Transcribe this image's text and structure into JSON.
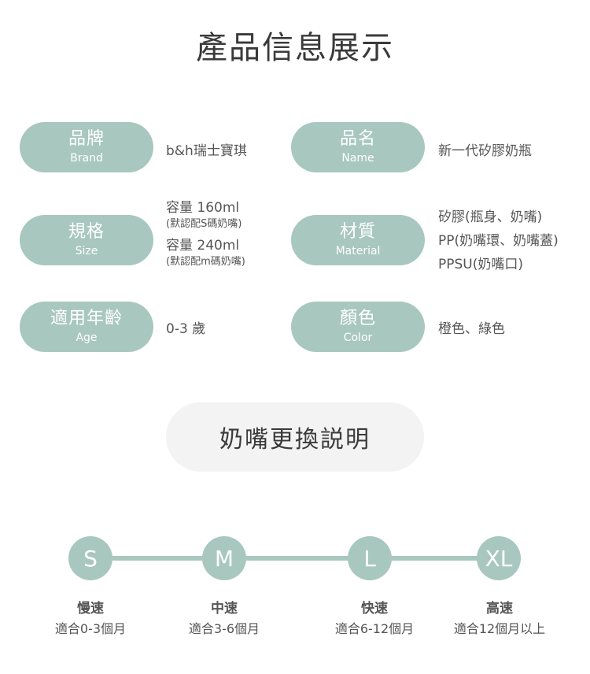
{
  "title": "產品信息展示",
  "specs": {
    "brand": {
      "label_zh": "品牌",
      "label_en": "Brand",
      "value": "b&h瑞士寶琪"
    },
    "name": {
      "label_zh": "品名",
      "label_en": "Name",
      "value": "新一代矽膠奶瓶"
    },
    "size": {
      "label_zh": "規格",
      "label_en": "Size",
      "line1": "容量 160ml",
      "line1_note": "(默認配S碼奶嘴)",
      "line2": "容量 240ml",
      "line2_note": "(默認配m碼奶嘴)"
    },
    "material": {
      "label_zh": "材質",
      "label_en": "Material",
      "line1": "矽膠(瓶身、奶嘴)",
      "line2": "PP(奶嘴環、奶嘴蓋)",
      "line3": "PPSU(奶嘴口)"
    },
    "age": {
      "label_zh": "適用年齡",
      "label_en": "Age",
      "value": "0-3 歲"
    },
    "color": {
      "label_zh": "顏色",
      "label_en": "Color",
      "value": "橙色、綠色"
    }
  },
  "nipple_section_title": "奶嘴更換説明",
  "nipple_sizes": [
    {
      "size": "S",
      "speed": "慢速",
      "age": "適合0-3個月"
    },
    {
      "size": "M",
      "speed": "中速",
      "age": "適合3-6個月"
    },
    {
      "size": "L",
      "speed": "快速",
      "age": "適合6-12個月"
    },
    {
      "size": "XL",
      "speed": "高速",
      "age": "適合12個月以上"
    }
  ],
  "colors": {
    "accent": "#a8c7bf",
    "banner_bg": "#f3f3f3",
    "text": "#555555"
  }
}
